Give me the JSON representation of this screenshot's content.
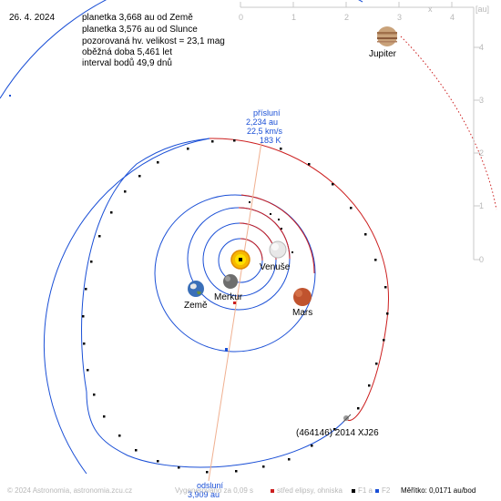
{
  "date": "26. 4. 2024",
  "info": {
    "line1": "planetka 3,668 au od Země",
    "line2": "planetka 3,576 au od Slunce",
    "line3": "pozorovaná hv. velikost = 23,1 mag",
    "line4": "oběžná doba 5,461 let",
    "line5": "interval bodů 49,9 dnů"
  },
  "axes": {
    "x_ticks": [
      "0",
      "1",
      "2",
      "3",
      "4"
    ],
    "y_ticks": [
      "4",
      "3",
      "2",
      "1",
      "0"
    ],
    "x_label": "x",
    "unit_label": "[au]"
  },
  "perihelion": {
    "label": "přísluní",
    "distance": "2,234 au",
    "speed": "22,5 km/s",
    "temp": "183 K"
  },
  "aphelion": {
    "label": "odsluní",
    "distance": "3,909 au"
  },
  "planets": {
    "jupiter": "Jupiter",
    "venus": "Venuše",
    "mercury": "Merkur",
    "earth": "Země",
    "mars": "Mars"
  },
  "asteroid_label": "(464146) 2014 XJ26",
  "footer": {
    "copyright": "© 2024 Astronomia, astronomia.zcu.cz",
    "render_time": "Vygenerováno za 0,09 s",
    "legend_center": "střed elipsy, ohniska",
    "legend_f1": "F1 a",
    "legend_f2": "F2",
    "scale": "Měřítko: 0,0171 au/bod"
  },
  "colors": {
    "orbit_blue": "#1a4fd6",
    "orbit_red": "#cc1f1f",
    "apsis_line": "#f0b090",
    "label_blue": "#1a4fd6"
  }
}
